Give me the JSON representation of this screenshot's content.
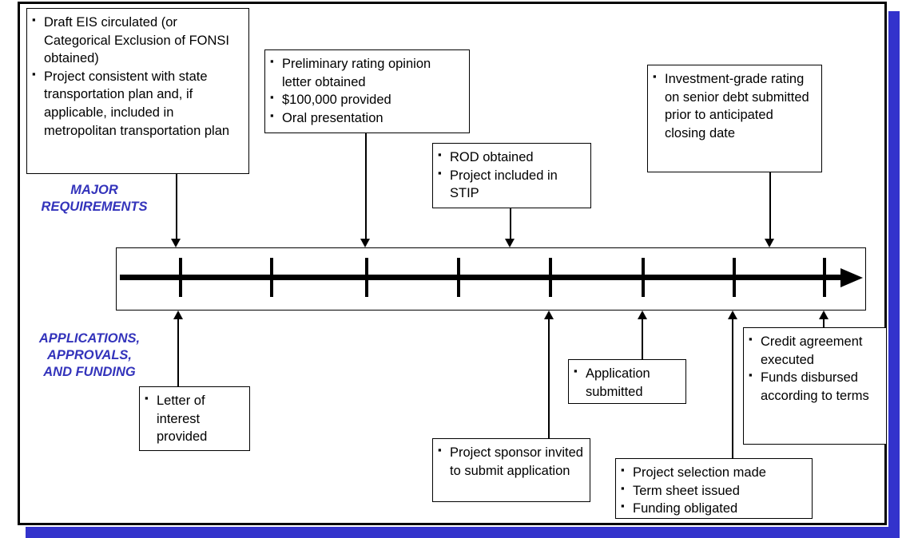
{
  "slide": {
    "accent_color": "#3333cc",
    "label_color": "#3333bb",
    "section_labels": {
      "top": "MAJOR\nREQUIREMENTS",
      "top_line1": "MAJOR",
      "top_line2": "REQUIREMENTS",
      "bottom_line1": "APPLICATIONS,",
      "bottom_line2": "APPROVALS,",
      "bottom_line3": "AND FUNDING"
    }
  },
  "timeline": {
    "tick_count": 8,
    "direction": "left-to-right",
    "arrowhead": "right-arrow-icon"
  },
  "requirement_boxes": [
    {
      "id": "draft-eis",
      "items": [
        "Draft EIS circulated (or Categorical Exclusion  of FONSI obtained)",
        "Project consistent with state transportation plan and, if applicable, included  in metropolitan transportation plan"
      ]
    },
    {
      "id": "preliminary-rating",
      "items": [
        "Preliminary  rating opinion  letter obtained",
        "$100,000 provided",
        "Oral presentation"
      ]
    },
    {
      "id": "rod-obtained",
      "items": [
        "ROD obtained",
        "Project included in STIP"
      ]
    },
    {
      "id": "investment-grade-rating",
      "items": [
        "Investment-grade rating on senior debt submitted prior to anticipated closing date"
      ]
    }
  ],
  "funding_boxes": [
    {
      "id": "letter-of-interest",
      "items": [
        "Letter of interest provided"
      ]
    },
    {
      "id": "project-sponsor-invited",
      "items": [
        "Project sponsor invited  to submit application"
      ]
    },
    {
      "id": "application-submitted",
      "items": [
        "Application submitted"
      ]
    },
    {
      "id": "project-selection",
      "items": [
        "Project selection made",
        "Term sheet issued",
        "Funding  obligated"
      ]
    },
    {
      "id": "credit-agreement",
      "items": [
        "Credit agreement executed",
        "Funds  disbursed according to terms"
      ]
    }
  ]
}
